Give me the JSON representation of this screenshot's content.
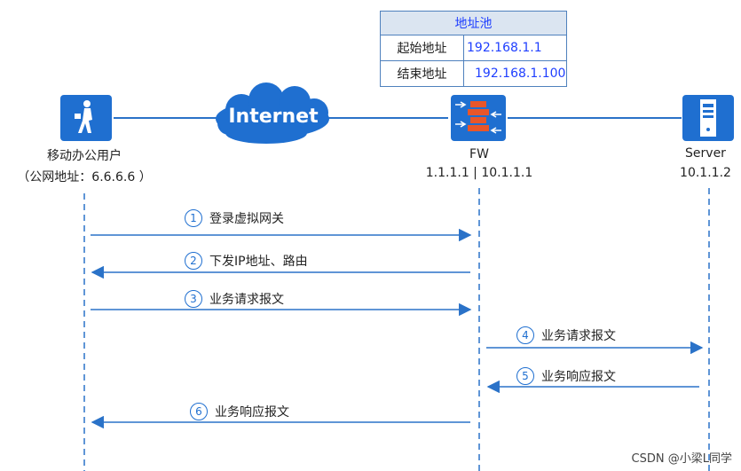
{
  "pool": {
    "title": "地址池",
    "start_label": "起始地址",
    "start_value": "192.168.1.1",
    "end_label": "结束地址",
    "end_value": "192.168.1.100"
  },
  "nodes": {
    "user_line1": "移动办公用户",
    "user_line2": "（公网地址：6.6.6.6 ）",
    "internet": "Internet",
    "fw_name": "FW",
    "fw_addr": "1.1.1.1 | 10.1.1.1",
    "server_name": "Server",
    "server_addr": "10.1.1.2"
  },
  "messages": [
    {
      "num": "1",
      "text": "登录虚拟网关"
    },
    {
      "num": "2",
      "text": "下发IP地址、路由"
    },
    {
      "num": "3",
      "text": "业务请求报文"
    },
    {
      "num": "4",
      "text": "业务请求报文"
    },
    {
      "num": "5",
      "text": "业务响应报文"
    },
    {
      "num": "6",
      "text": "业务响应报文"
    }
  ],
  "watermark": "CSDN @小梁L同学",
  "colors": {
    "accent": "#1f6fd0",
    "firewall": "#e8562a",
    "line": "#2a72c8"
  }
}
